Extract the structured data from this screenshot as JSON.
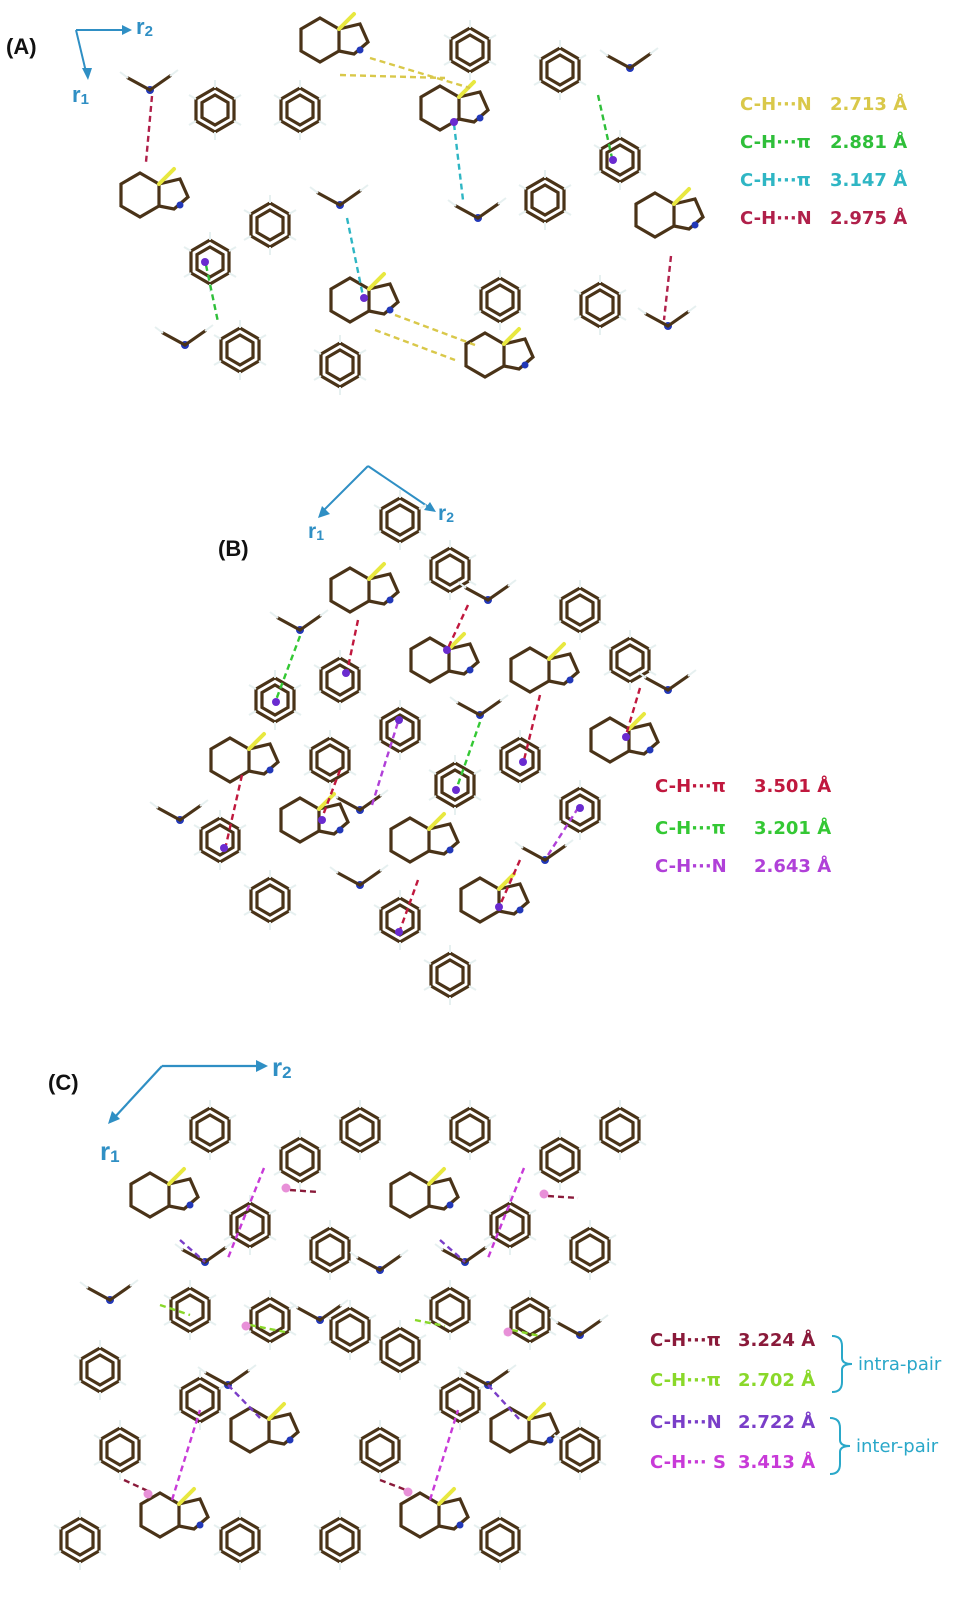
{
  "panels": [
    {
      "label": "(A)",
      "axes": {
        "r1": "r",
        "r1_sub": "1",
        "r2": "r",
        "r2_sub": "2"
      },
      "legend": [
        {
          "interaction": "C-H···N",
          "distance": "2.713 Å",
          "color": "#d9c84a"
        },
        {
          "interaction": "C-H···π",
          "distance": "2.881 Å",
          "color": "#2fbf3a"
        },
        {
          "interaction": "C-H···π",
          "distance": "3.147 Å",
          "color": "#2fb6c4"
        },
        {
          "interaction": "C-H···N",
          "distance": "2.975 Å",
          "color": "#b0204a"
        }
      ]
    },
    {
      "label": "(B)",
      "axes": {
        "r1": "r",
        "r1_sub": "1",
        "r2": "r",
        "r2_sub": "2"
      },
      "legend": [
        {
          "interaction": "C-H···π",
          "distance": "3.501 Å",
          "color": "#c0183e"
        },
        {
          "interaction": "C-H···π",
          "distance": "3.201 Å",
          "color": "#34c834"
        },
        {
          "interaction": "C-H···N",
          "distance": "2.643 Å",
          "color": "#b040d8"
        }
      ]
    },
    {
      "label": "(C)",
      "axes": {
        "r1": "r",
        "r1_sub": "1",
        "r2": "r",
        "r2_sub": "2"
      },
      "legend": [
        {
          "interaction": "C-H···π",
          "distance": "3.224 Å",
          "color": "#8a1a3a"
        },
        {
          "interaction": "C-H···π",
          "distance": "2.702 Å",
          "color": "#8ad82a"
        },
        {
          "interaction": "C-H···N",
          "distance": "2.722 Å",
          "color": "#7a3ec8"
        },
        {
          "interaction": "C-H··· S",
          "distance": "3.413 Å",
          "color": "#c83ad8"
        }
      ],
      "groups": [
        "intra-pair",
        "inter-pair"
      ]
    }
  ]
}
